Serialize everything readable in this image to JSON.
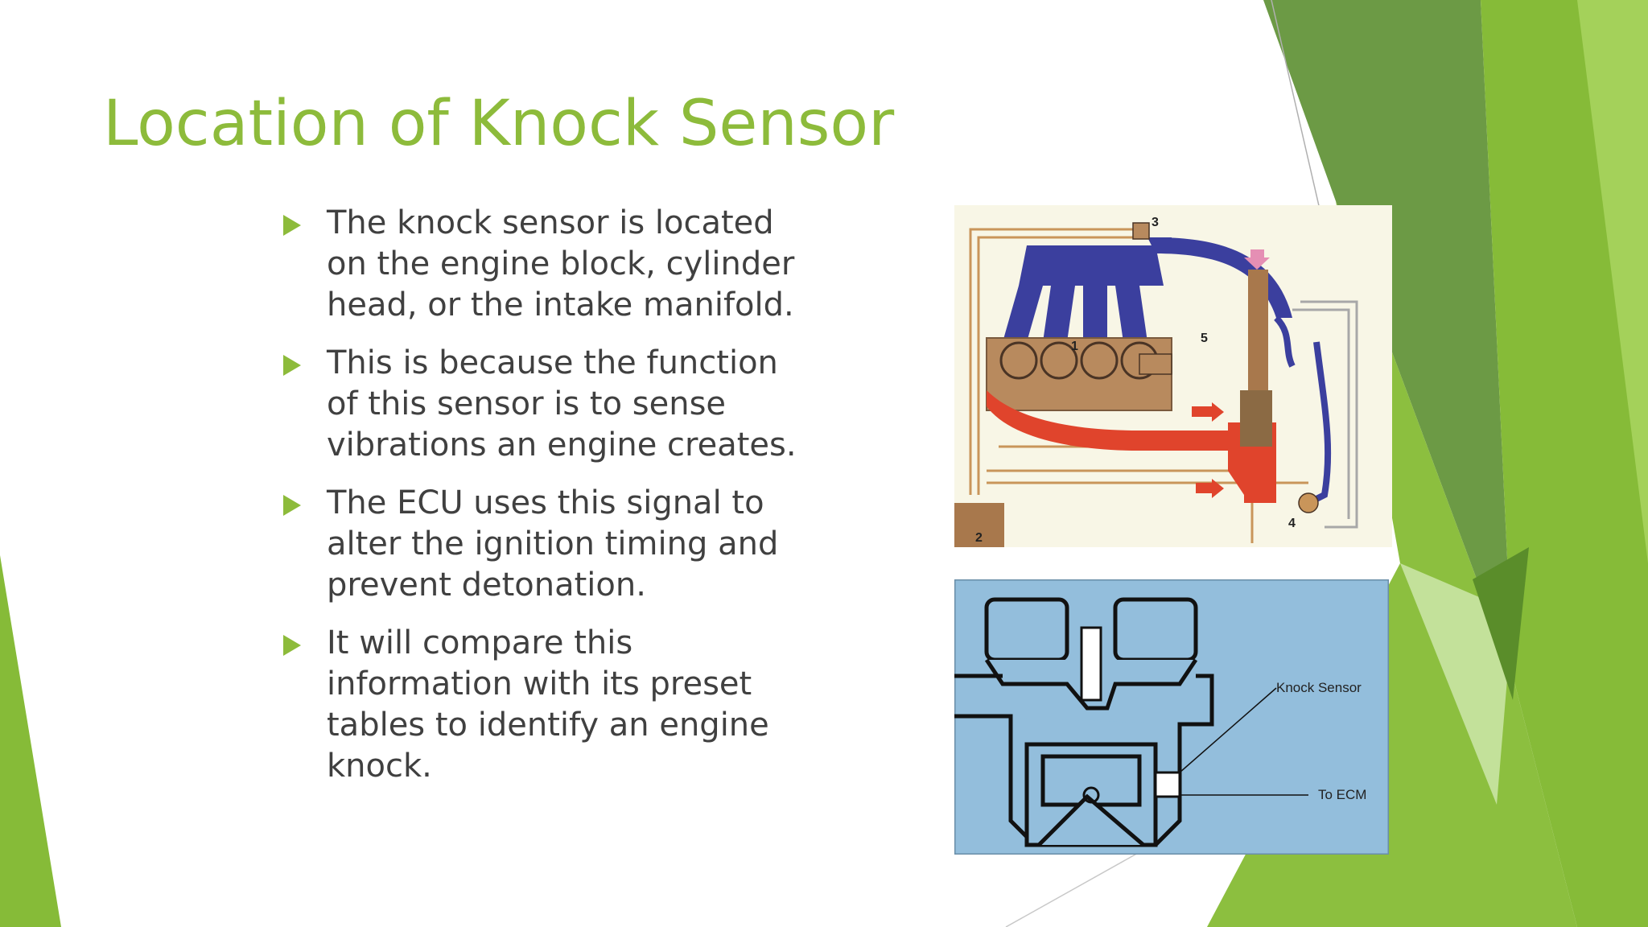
{
  "colors": {
    "accent": "#8dbb3b",
    "green_dark": "#6c9a45",
    "green_mid": "#86bb38",
    "green_light": "#a4d15a",
    "green_pale": "#c3e19a",
    "text": "#404040"
  },
  "slide": {
    "title": "Location of Knock Sensor",
    "bullets": [
      "The knock sensor is located on the engine block, cylinder head, or the intake manifold.",
      "This is because the function of this sensor is to sense vibrations an engine creates.",
      "The ECU uses this signal to alter the ignition timing and prevent detonation.",
      "It will compare this information with its preset tables to identify an engine knock."
    ]
  },
  "figures": {
    "engine_diagram": {
      "labels": [
        "1",
        "2",
        "3",
        "4",
        "5"
      ]
    },
    "knock_sensor_diagram": {
      "label_sensor": "Knock Sensor",
      "label_ecm": "To ECM"
    }
  }
}
